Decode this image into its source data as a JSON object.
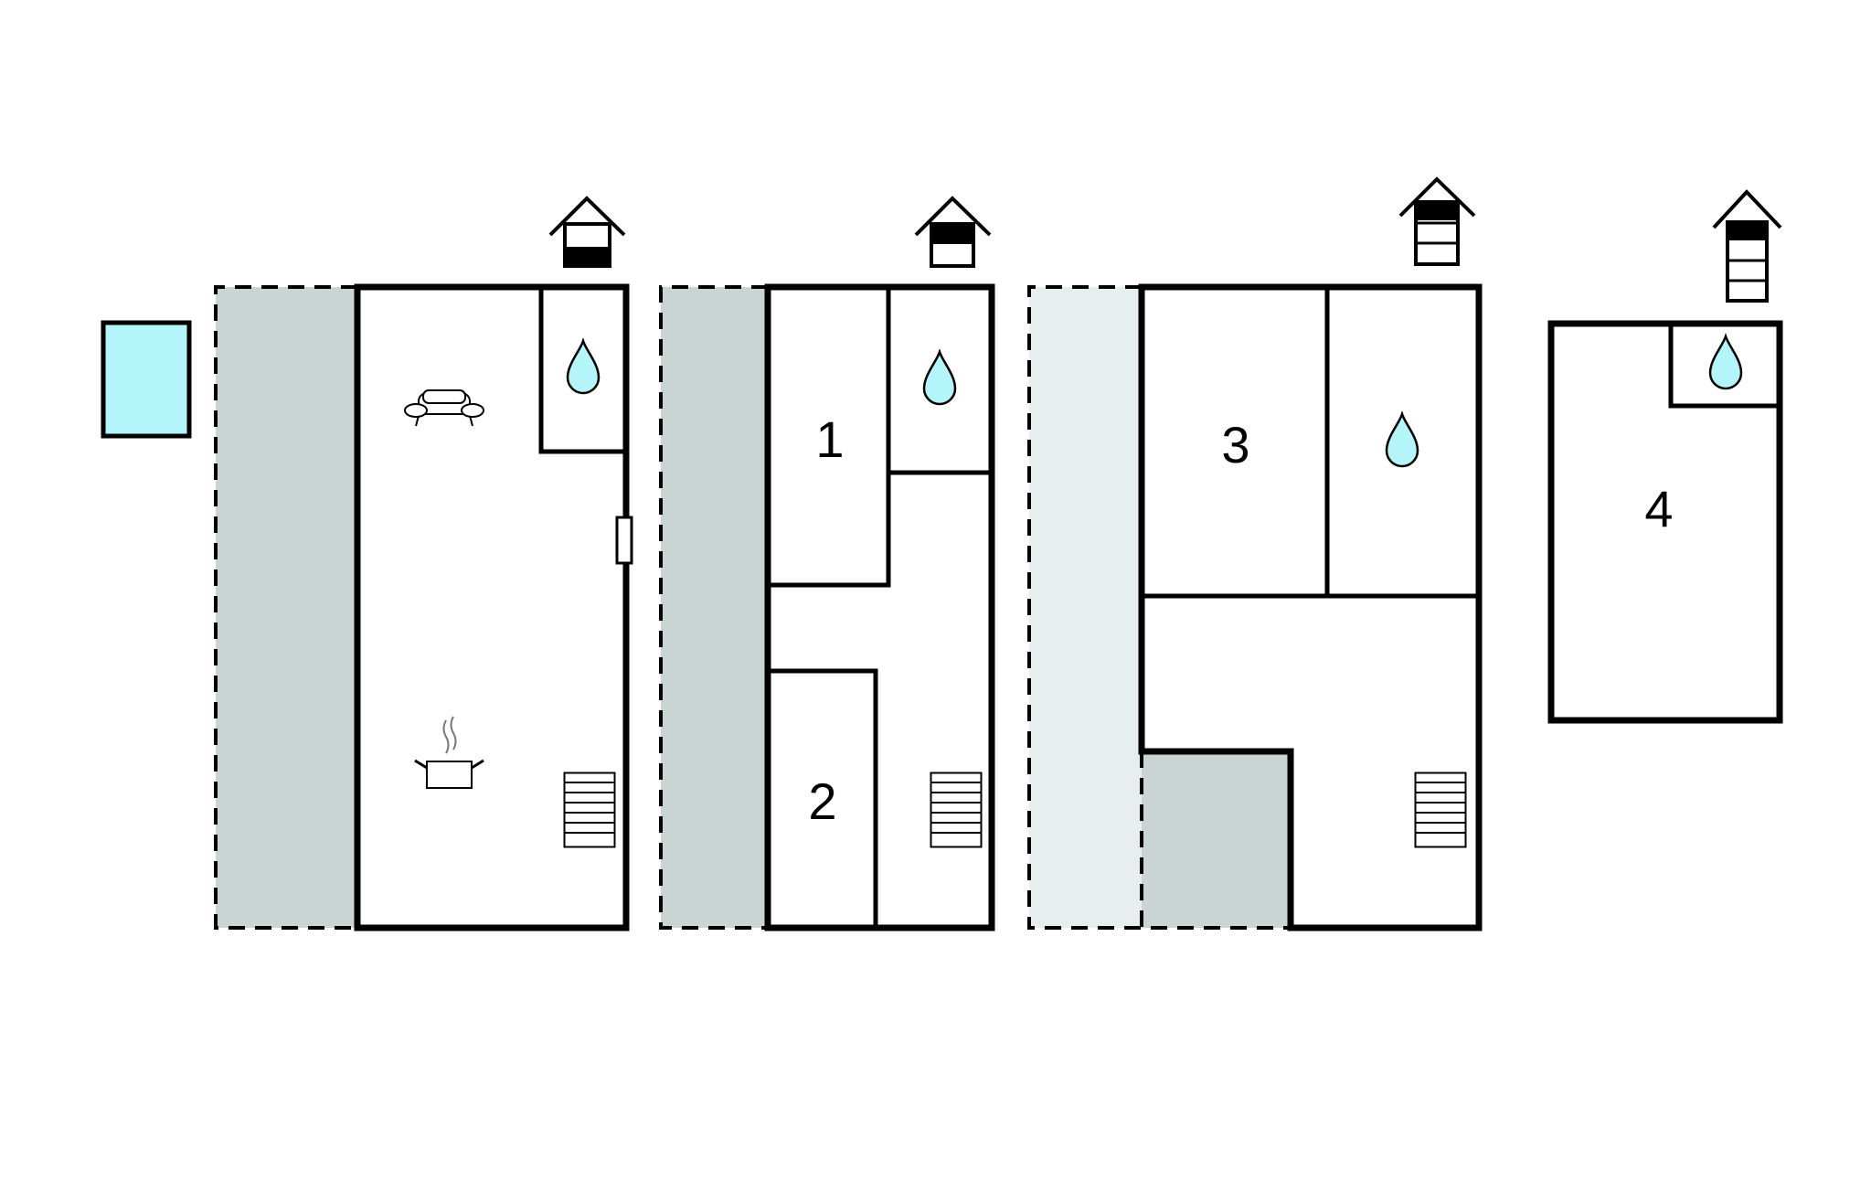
{
  "floorplan": {
    "room_numbers": [
      "1",
      "2",
      "3",
      "4"
    ],
    "colors": {
      "wall": "#000000",
      "water": "#b3f5f8",
      "outdoor_dark": "#c9d4d3",
      "outdoor_light": "#e7efee",
      "background": "#ffffff"
    },
    "floors": [
      {
        "level": 1,
        "icons": [
          "pool-icon",
          "sofa-icon",
          "cooking-pot-icon",
          "water-drop-icon",
          "stairs-icon",
          "door-icon",
          "floor-indicator-icon"
        ]
      },
      {
        "level": 2,
        "rooms": [
          "1",
          "2"
        ],
        "icons": [
          "water-drop-icon",
          "stairs-icon",
          "floor-indicator-icon"
        ]
      },
      {
        "level": 3,
        "rooms": [
          "3"
        ],
        "icons": [
          "water-drop-icon",
          "stairs-icon",
          "floor-indicator-icon"
        ]
      },
      {
        "level": 4,
        "rooms": [
          "4"
        ],
        "icons": [
          "water-drop-icon",
          "floor-indicator-icon"
        ]
      }
    ]
  }
}
